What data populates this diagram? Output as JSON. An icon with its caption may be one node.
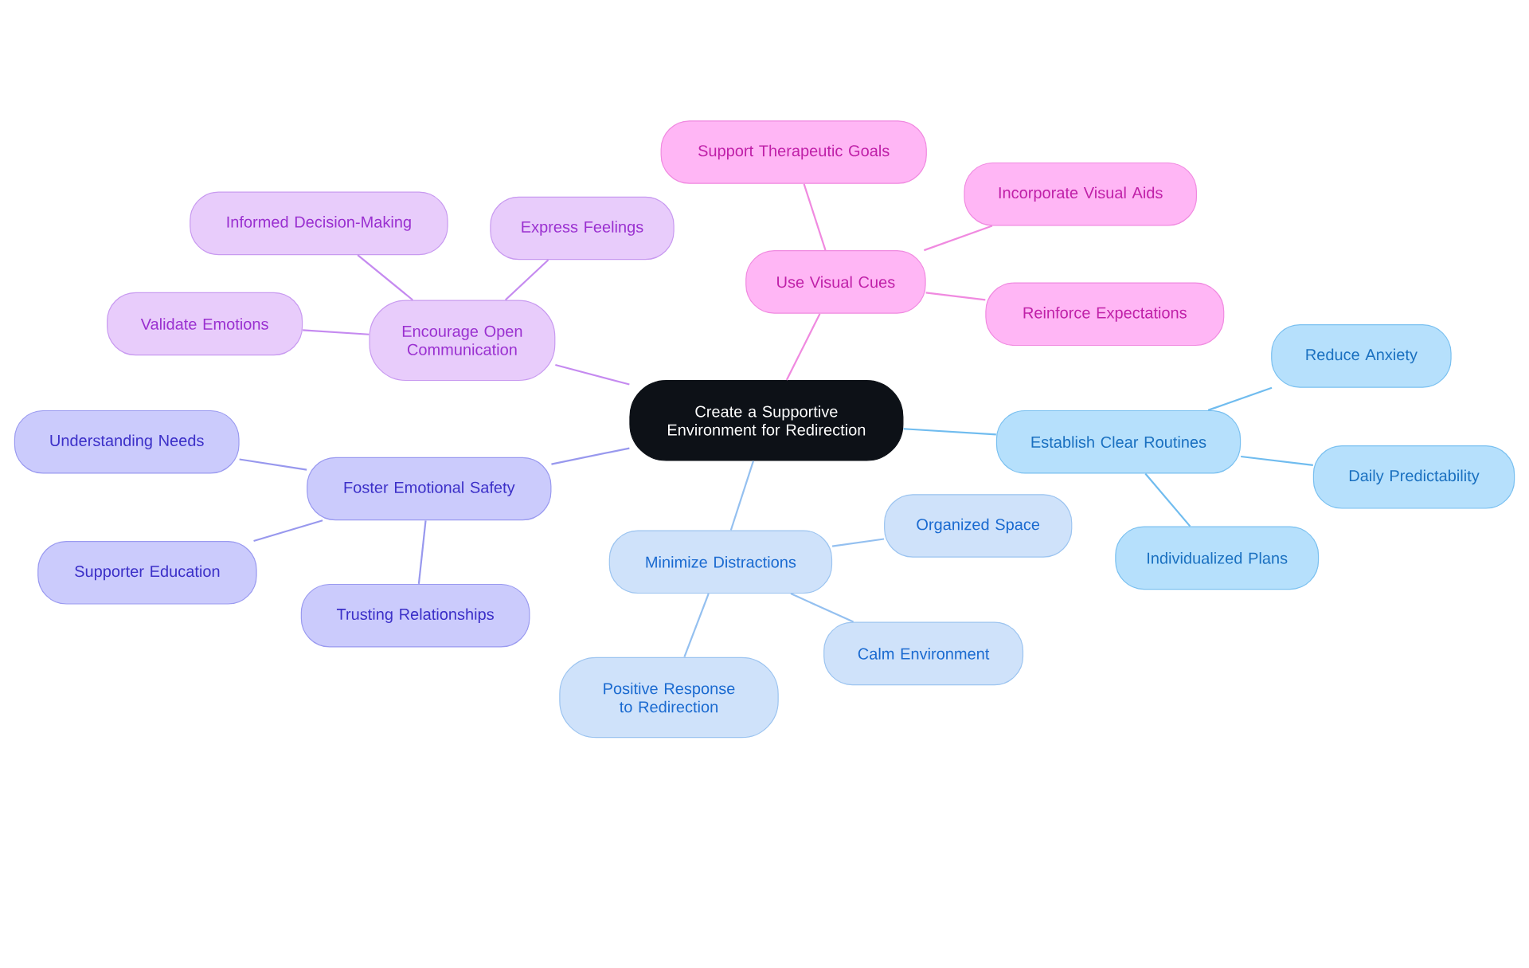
{
  "diagram": {
    "nodes": [
      {
        "text": [
          "Create a Supportive Environment for Redirection"
        ]
      },
      {
        "text": [
          "Encourage Open Communication"
        ]
      },
      {
        "text": [
          "Informed Decision-Making"
        ]
      },
      {
        "text": [
          "Express Feelings"
        ]
      },
      {
        "text": [
          "Validate Emotions"
        ]
      },
      {
        "text": [
          "Foster Emotional Safety"
        ]
      },
      {
        "text": [
          "Understanding Needs"
        ]
      },
      {
        "text": [
          "Supporter Education"
        ]
      },
      {
        "text": [
          "Trusting Relationships"
        ]
      },
      {
        "text": [
          "Use Visual Cues"
        ]
      },
      {
        "text": [
          "Support Therapeutic Goals"
        ]
      },
      {
        "text": [
          "Incorporate Visual Aids"
        ]
      },
      {
        "text": [
          "Reinforce Expectations"
        ]
      },
      {
        "text": [
          "Establish Clear Routines"
        ]
      },
      {
        "text": [
          "Reduce Anxiety"
        ]
      },
      {
        "text": [
          "Daily Predictability"
        ]
      },
      {
        "text": [
          "Individualized Plans"
        ]
      },
      {
        "text": [
          "Minimize Distractions"
        ]
      },
      {
        "text": [
          "Organized Space"
        ]
      },
      {
        "text": [
          "Calm Environment"
        ]
      },
      {
        "text": [
          "Positive Response to Redirection"
        ]
      }
    ],
    "edges": [
      {
        "from": 0,
        "to": 1,
        "arrow": "none",
        "color": "#c58af0"
      },
      {
        "from": 1,
        "to": 2,
        "arrow": "none",
        "color": "#c58af0"
      },
      {
        "from": 1,
        "to": 3,
        "arrow": "none",
        "color": "#c58af0"
      },
      {
        "from": 1,
        "to": 4,
        "arrow": "none",
        "color": "#c58af0"
      },
      {
        "from": 0,
        "to": 5,
        "arrow": "none",
        "color": "#9898ee"
      },
      {
        "from": 5,
        "to": 6,
        "arrow": "none",
        "color": "#9898ee"
      },
      {
        "from": 5,
        "to": 7,
        "arrow": "none",
        "color": "#9898ee"
      },
      {
        "from": 5,
        "to": 8,
        "arrow": "none",
        "color": "#9898ee"
      },
      {
        "from": 0,
        "to": 9,
        "arrow": "none",
        "color": "#f08ae0"
      },
      {
        "from": 9,
        "to": 10,
        "arrow": "none",
        "color": "#f08ae0"
      },
      {
        "from": 9,
        "to": 11,
        "arrow": "none",
        "color": "#f08ae0"
      },
      {
        "from": 9,
        "to": 12,
        "arrow": "none",
        "color": "#f08ae0"
      },
      {
        "from": 0,
        "to": 13,
        "arrow": "none",
        "color": "#70bcef"
      },
      {
        "from": 13,
        "to": 14,
        "arrow": "none",
        "color": "#70bcef"
      },
      {
        "from": 13,
        "to": 15,
        "arrow": "none",
        "color": "#70bcef"
      },
      {
        "from": 13,
        "to": 16,
        "arrow": "none",
        "color": "#70bcef"
      },
      {
        "from": 0,
        "to": 17,
        "arrow": "none",
        "color": "#94c0f0"
      },
      {
        "from": 17,
        "to": 18,
        "arrow": "none",
        "color": "#94c0f0"
      },
      {
        "from": 17,
        "to": 19,
        "arrow": "none",
        "color": "#94c0f0"
      },
      {
        "from": 17,
        "to": 20,
        "arrow": "none",
        "color": "#94c0f0"
      }
    ]
  }
}
